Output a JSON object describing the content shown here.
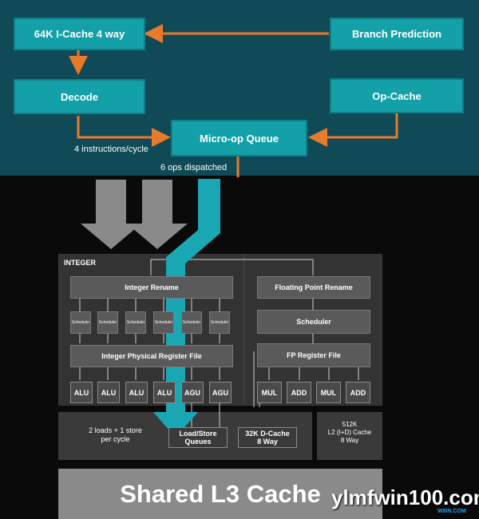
{
  "frontend": {
    "icache": "64K I-Cache 4 way",
    "branch": "Branch Prediction",
    "decode": "Decode",
    "opcache": "Op-Cache",
    "uopq": "Micro-op Queue",
    "instr_rate": "4 instructions/cycle",
    "dispatch": "6 ops dispatched"
  },
  "integer": {
    "header": "INTEGER",
    "rename": "Integer Rename",
    "schedulers": [
      "Scheduler",
      "Scheduler",
      "Scheduler",
      "Scheduler",
      "Scheduler",
      "Scheduler"
    ],
    "prf": "Integer Physical Register File",
    "units": [
      "ALU",
      "ALU",
      "ALU",
      "ALU",
      "AGU",
      "AGU"
    ]
  },
  "fp": {
    "rename": "Floating Point Rename",
    "scheduler": "Scheduler",
    "regfile": "FP Register File",
    "units": [
      "MUL",
      "ADD",
      "MUL",
      "ADD"
    ]
  },
  "memory": {
    "loads": "2 loads + 1 store\nper cycle",
    "lsq": "Load/Store\nQueues",
    "dcache": "32K D-Cache\n8 Way",
    "l2": "512K\nL2 (I+D) Cache\n8 Way"
  },
  "l3": "Shared L3 Cache",
  "watermark": {
    "main": "ylmfwin100.com",
    "sub": "W8IN.COM"
  },
  "colors": {
    "teal": "#14a0a8",
    "orange": "#e87a2c",
    "dispatch": "#1aa7b4"
  }
}
